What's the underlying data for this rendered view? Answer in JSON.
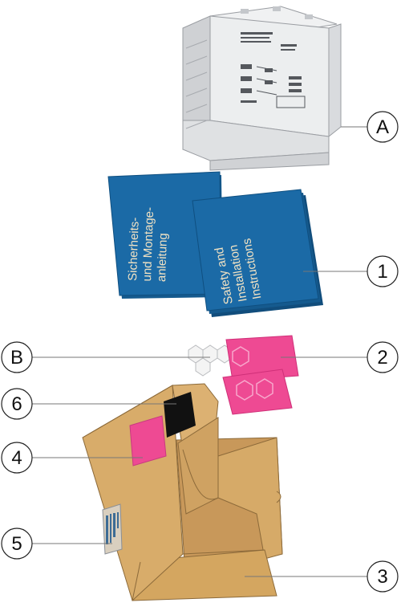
{
  "callouts": {
    "A": "A",
    "B": "B",
    "one": "1",
    "two": "2",
    "three": "3",
    "four": "4",
    "five": "5",
    "six": "6"
  },
  "manual_left": {
    "line1": "Sicherheits-",
    "line2": "und Montage-",
    "line3": "anleitung"
  },
  "manual_right": {
    "line1": "Safety and",
    "line2": "Installation",
    "line3": "Instructions"
  },
  "colors": {
    "manual_blue": "#1b6aa6",
    "label_pink": "#ee4a93",
    "box_tan": "#d4a660",
    "device_gray": "#e9eaec"
  }
}
